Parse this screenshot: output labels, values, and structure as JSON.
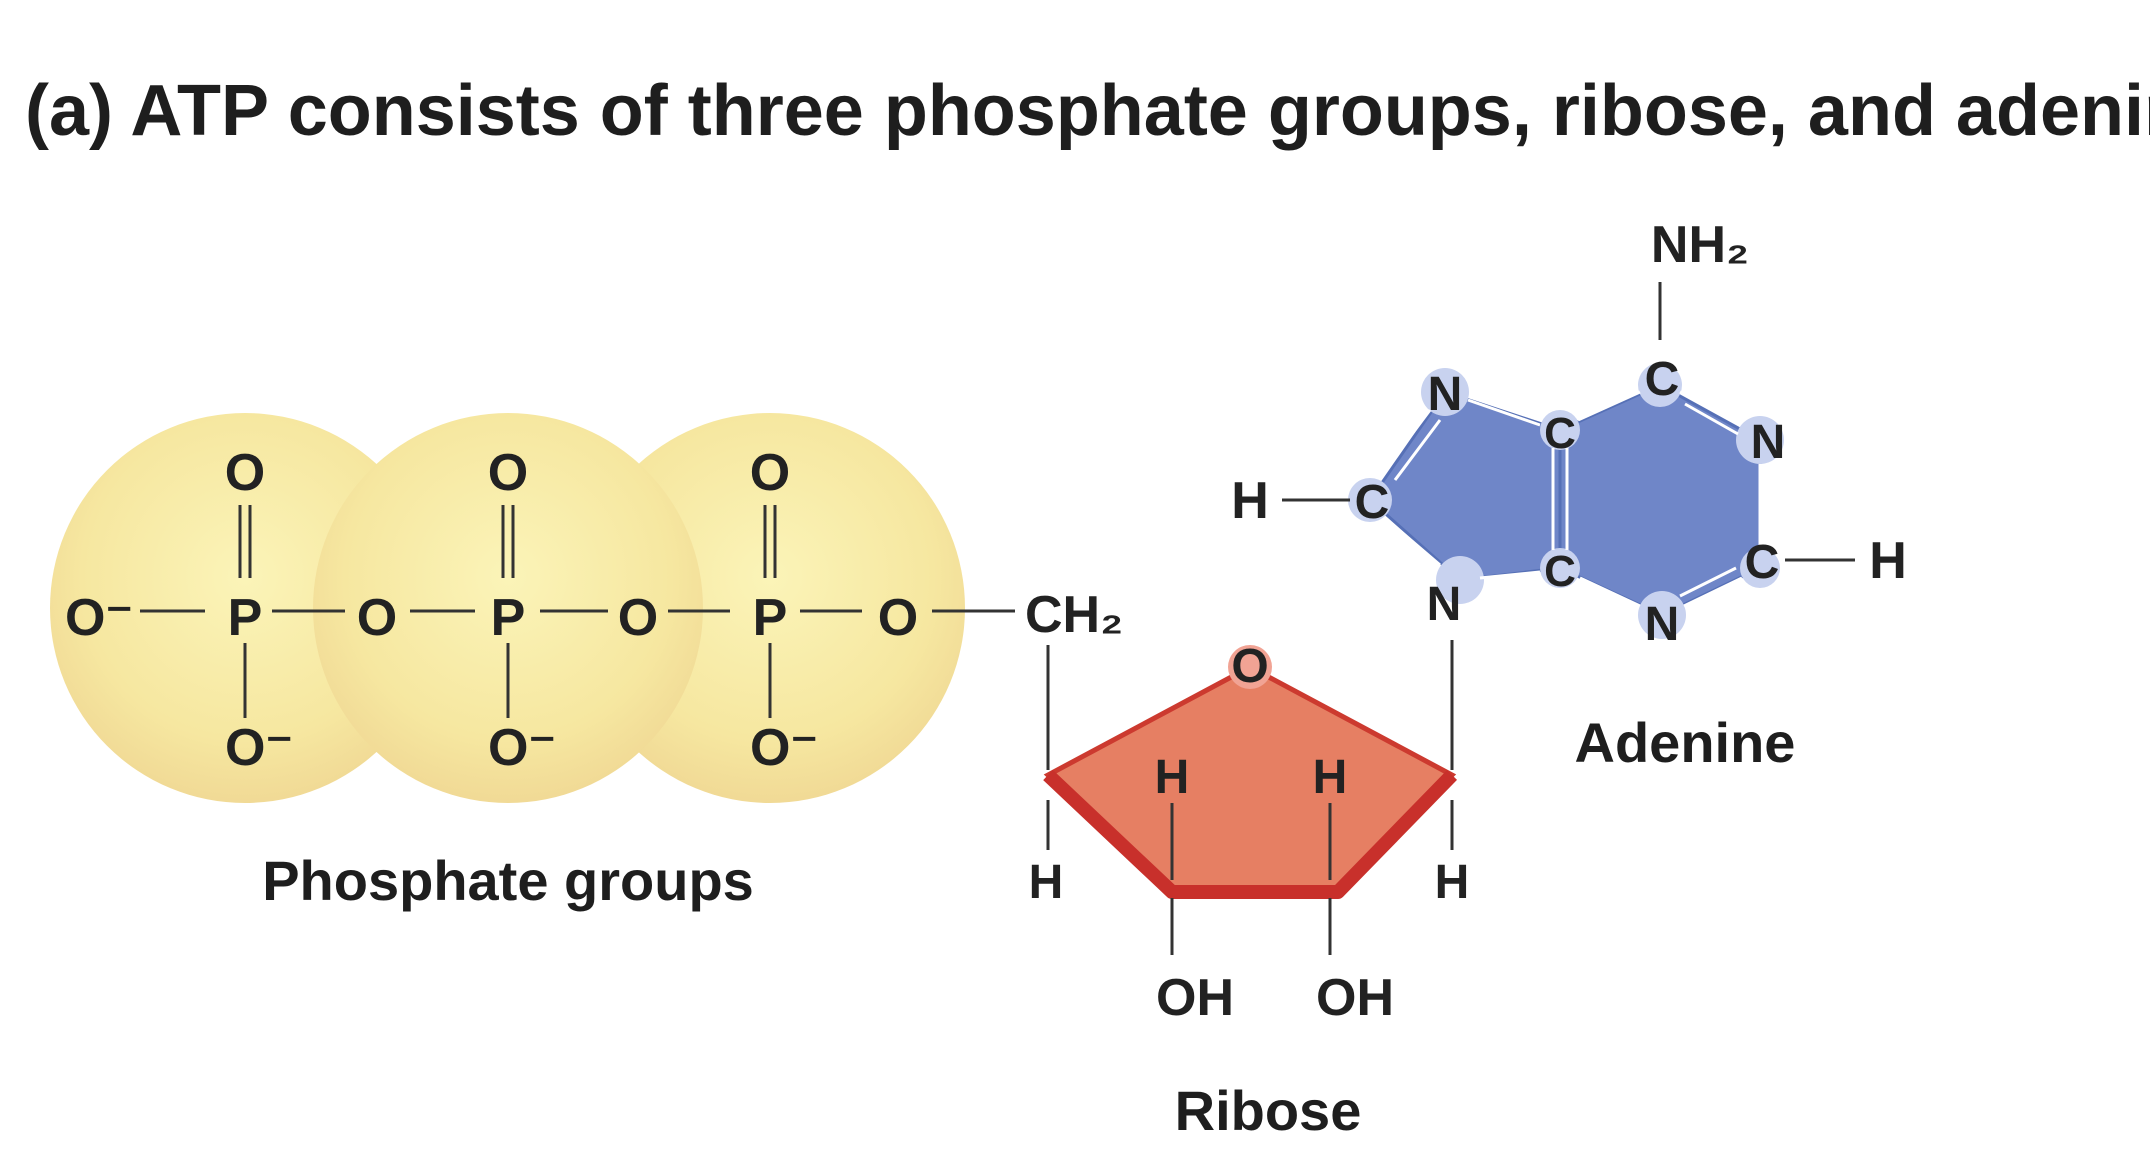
{
  "title": "(a) ATP consists of three phosphate groups, ribose, and adenine.",
  "labels": {
    "phosphate_groups": "Phosphate groups",
    "ribose": "Ribose",
    "adenine": "Adenine"
  },
  "atoms": {
    "o_minus": "O⁻",
    "o": "O",
    "p": "P",
    "ch2": "CH₂",
    "h": "H",
    "oh": "OH",
    "n": "N",
    "c": "C",
    "nh2": "NH₂"
  },
  "colors": {
    "phosphate": "#f8eea0",
    "ribose": "#e67f63",
    "ribose_edge": "#cc3a2f",
    "adenine": "#6f86c8",
    "adenine_node": "#c8d2ef"
  }
}
